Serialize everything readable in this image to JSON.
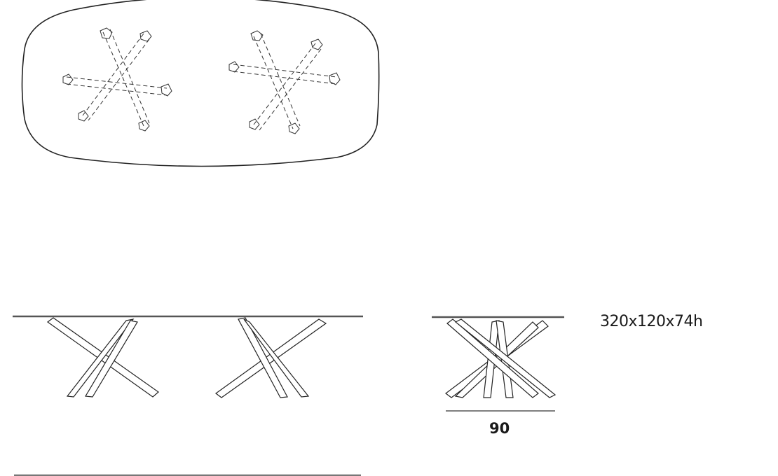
{
  "drawing": {
    "subject": "Table technical drawing",
    "views": [
      "top-view",
      "front-view",
      "side-view"
    ],
    "dimensions_label": "320x120x74h",
    "side_width_label": "90",
    "line_color": "#222222",
    "tabletop_color": "#555555",
    "background": "#ffffff"
  }
}
